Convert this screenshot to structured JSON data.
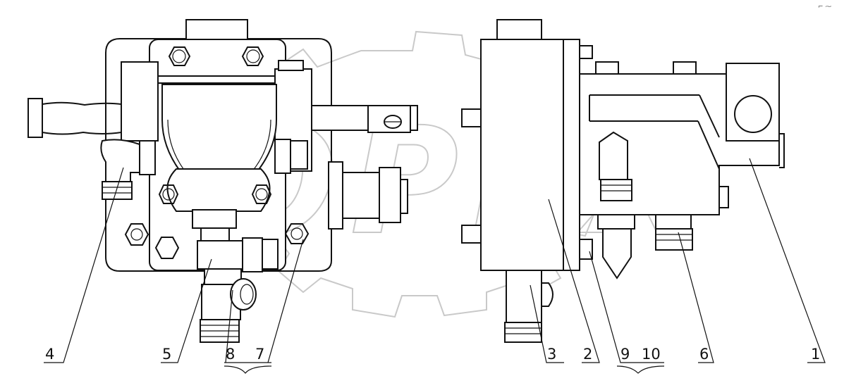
{
  "diagram": {
    "watermark_text": "ОРЕХ",
    "corner_mark": "⌐ ⁓",
    "callouts": [
      {
        "id": "c1",
        "label": "1"
      },
      {
        "id": "c2",
        "label": "2"
      },
      {
        "id": "c3",
        "label": "3"
      },
      {
        "id": "c4",
        "label": "4"
      },
      {
        "id": "c5",
        "label": "5"
      },
      {
        "id": "c6",
        "label": "6"
      },
      {
        "id": "c7",
        "label": "7"
      },
      {
        "id": "c8",
        "label": "8"
      },
      {
        "id": "c9",
        "label": "9"
      },
      {
        "id": "c10",
        "label": "10"
      }
    ]
  }
}
